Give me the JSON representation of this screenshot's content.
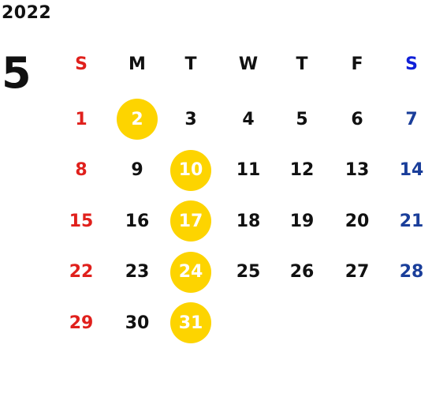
{
  "calendar": {
    "year": "2022",
    "month": "5",
    "weekdays": [
      "S",
      "M",
      "T",
      "W",
      "T",
      "F",
      "S"
    ],
    "first_weekday_index": 0,
    "days_in_month": 31,
    "highlighted_days": [
      2,
      10,
      17,
      24,
      31
    ],
    "colors": {
      "sunday": "#e0201c",
      "saturday": "#1a3e9a",
      "saturday_header": "#1020d8",
      "weekday": "#111111",
      "highlight": "#fdd400",
      "highlight_text": "#ffffff"
    }
  }
}
